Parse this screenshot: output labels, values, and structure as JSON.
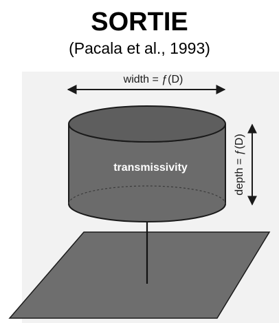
{
  "header": {
    "title": "SORTIE",
    "subtitle": "(Pacala et al., 1993)"
  },
  "diagram": {
    "width_label": "width = ƒ(D)",
    "depth_label": "depth = ƒ(D)",
    "crown_label": "transmissivity"
  },
  "colors": {
    "background": "#ffffff",
    "figure_panel": "#f2f2f2",
    "crown_fill": "#6b6b6b",
    "crown_top": "#5e5e5e",
    "ground_plane": "#6e6e6e",
    "stroke": "#1a1a1a",
    "crown_label": "#ffffff"
  }
}
